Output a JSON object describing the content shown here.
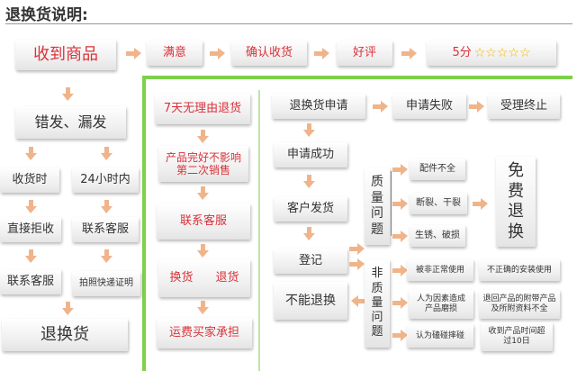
{
  "title": "退换货说明:",
  "top_flow": {
    "received": "收到商品",
    "satisfied": "满意",
    "confirm": "确认收货",
    "praise": "好评",
    "score": "5分",
    "star_count": 5
  },
  "left": {
    "wrong_missing": "错发、漏发",
    "on_receipt": "收货时",
    "within_24h": "24小时内",
    "reject": "直接拒收",
    "contact_cs_1": "联系客服",
    "contact_cs_2": "联系客服",
    "photo": "拍照快递证明",
    "return_exchange": "退换货"
  },
  "mid": {
    "seven_day": "7天无理由退货",
    "good_condition": "产品完好不影响第二次销售",
    "contact_cs": "联系客服",
    "exchange": "换货",
    "refund": "退货",
    "shipping": "运费买家承担"
  },
  "right": {
    "apply": "退换货申请",
    "apply_fail": "申请失败",
    "end": "受理终止",
    "apply_success": "申请成功",
    "ship_back": "客户发货",
    "register": "登记",
    "no_return": "不能退换",
    "quality_issue": [
      "质",
      "量",
      "问",
      "题"
    ],
    "non_quality_issue": [
      "非",
      "质",
      "量",
      "问",
      "题"
    ],
    "missing_parts": "配件不全",
    "broken": "断裂、干裂",
    "rust": "生锈、破损",
    "free_return": [
      "免",
      "费",
      "退",
      "换"
    ],
    "abnormal_use": "被非正常使用",
    "wrong_install": "不正确的安装使用",
    "human_damage": "人为因素造成产品磨损",
    "return_accessories": "退回产品的附带产品及所附资料不全",
    "bump": "认为磕碰摔碰",
    "overdue": "收到产品时间超过10日"
  }
}
